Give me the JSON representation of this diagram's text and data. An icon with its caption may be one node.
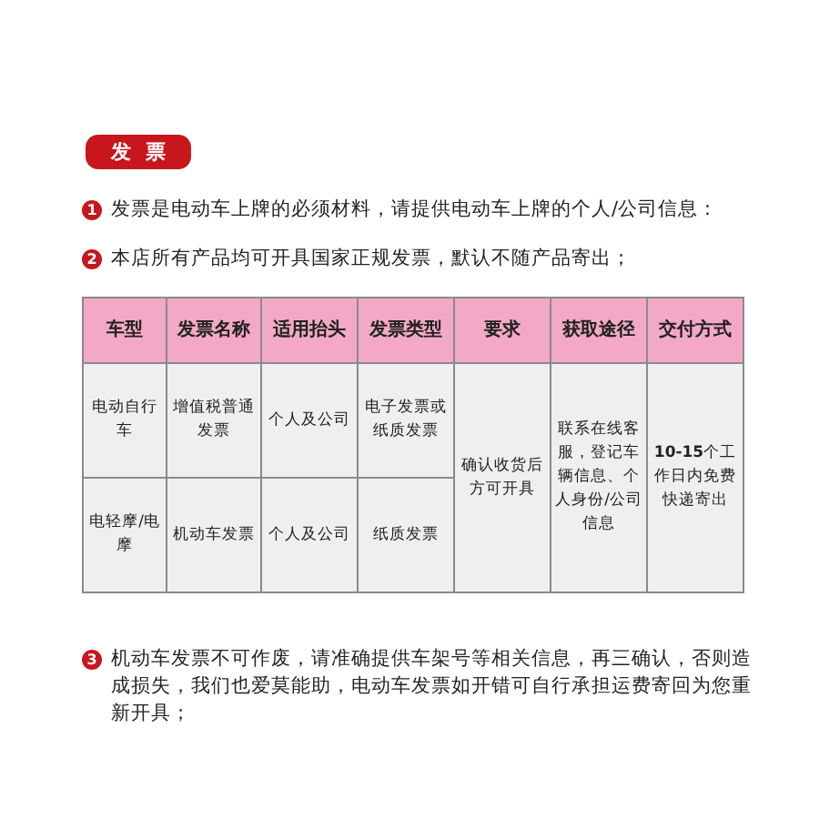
{
  "diagram": {
    "title": "发  票",
    "labels": [
      "1",
      "发票是电动车上牌的必须材料，请提供电动车上牌的个人/公司信息：",
      "2",
      "本店所有产品均可开具国家正规发票，默认不随产品寄出；",
      "车型",
      "发票名称",
      "适用抬头",
      "发票类型",
      "要求",
      "获取途径",
      "交付方式",
      "电动自行车",
      "增值税普通发票",
      "个人及公司",
      "电子发票或纸质发票",
      "确认收货后方可开具",
      "联系在线客服，登记车辆信息、个人身份/公司信息",
      "**10-15**个工作日内免费快递寄出",
      "电轻摩/电摩",
      "机动车发票",
      "个人及公司",
      "纸质发票",
      "3",
      "机动车发票不可作废，请准确提供车架号等相关信息，再三确认，否则造成损失，我们也爱莫能助，电动车发票如开错可自行承担运费寄回为您重新开具；"
    ]
  }
}
